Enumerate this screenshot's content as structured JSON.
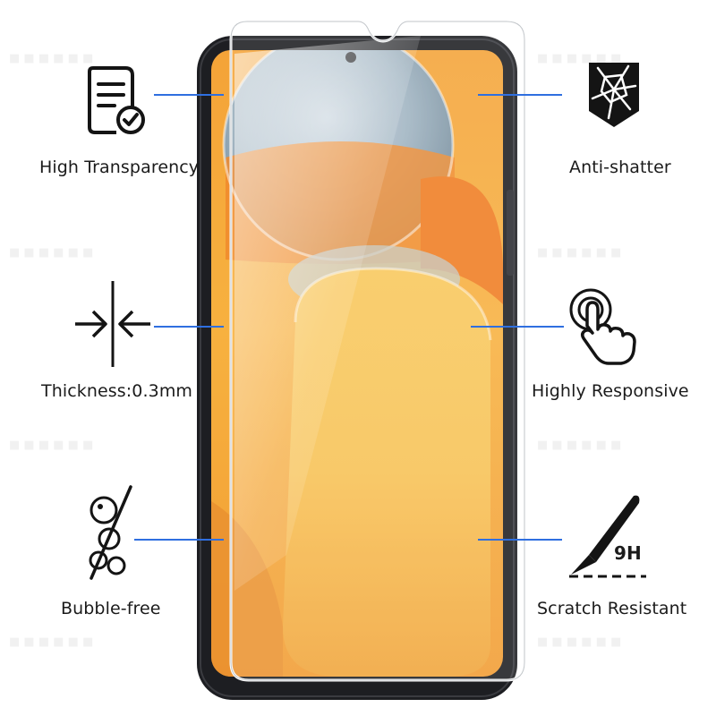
{
  "features": [
    {
      "id": "high-transparency",
      "label": "High Transparency",
      "icon": "document-check-icon"
    },
    {
      "id": "anti-shatter",
      "label": "Anti-shatter",
      "icon": "shattered-glass-icon"
    },
    {
      "id": "thickness",
      "label": "Thickness:0.3mm",
      "icon": "compress-arrows-icon"
    },
    {
      "id": "highly-responsive",
      "label": "Highly Responsive",
      "icon": "touch-hand-icon"
    },
    {
      "id": "bubble-free",
      "label": "Bubble-free",
      "icon": "no-bubbles-icon"
    },
    {
      "id": "scratch-resistant",
      "label": "Scratch Resistant",
      "icon": "knife-scratch-icon"
    }
  ],
  "hardness_badge": "9H",
  "colors": {
    "callout_line": "#2f6fe0",
    "phone_frame": "#1d1e22",
    "screen_orange": "#f2a23a",
    "screen_yellow": "#f7bf45",
    "icon_black": "#141414"
  }
}
